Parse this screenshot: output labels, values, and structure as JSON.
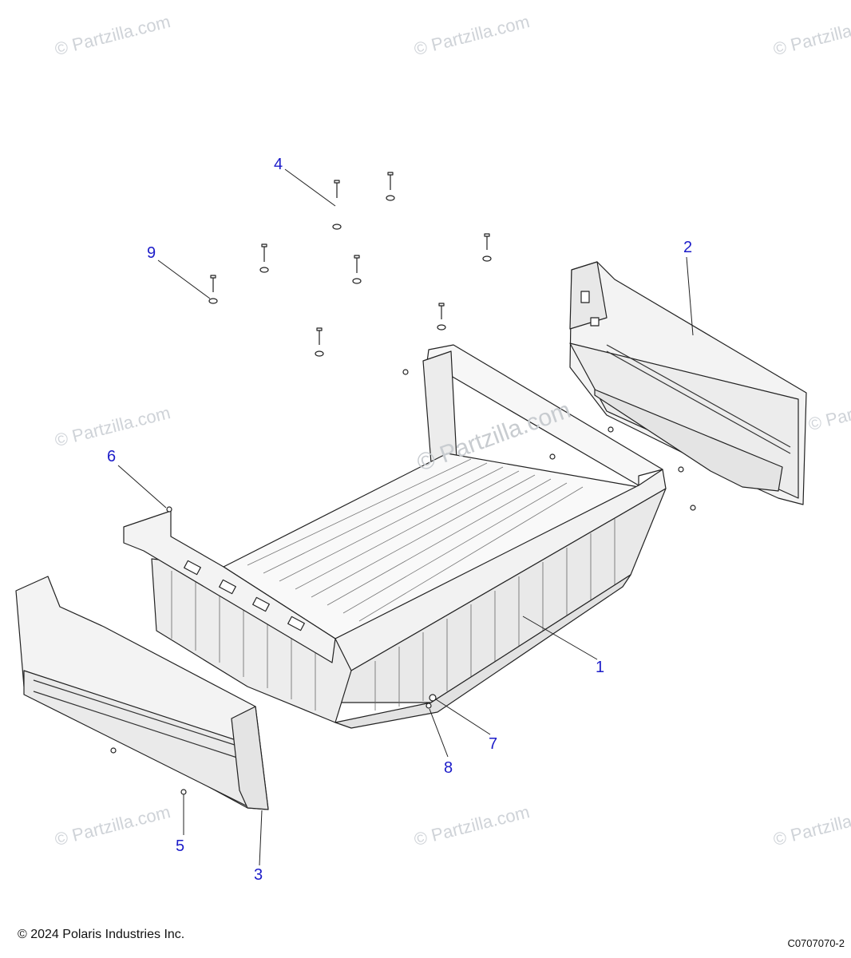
{
  "watermark": "© Partzilla.com",
  "callouts": [
    "1",
    "2",
    "3",
    "4",
    "5",
    "6",
    "7",
    "8",
    "9"
  ],
  "footer": {
    "copyright": "© 2024 Polaris Industries Inc.",
    "diagram_code": "C0707070-2"
  },
  "colors": {
    "callout": "#1c1cc9",
    "line": "#222222",
    "part_fill": "#f4f4f4",
    "watermark": "#cfd3d8"
  }
}
